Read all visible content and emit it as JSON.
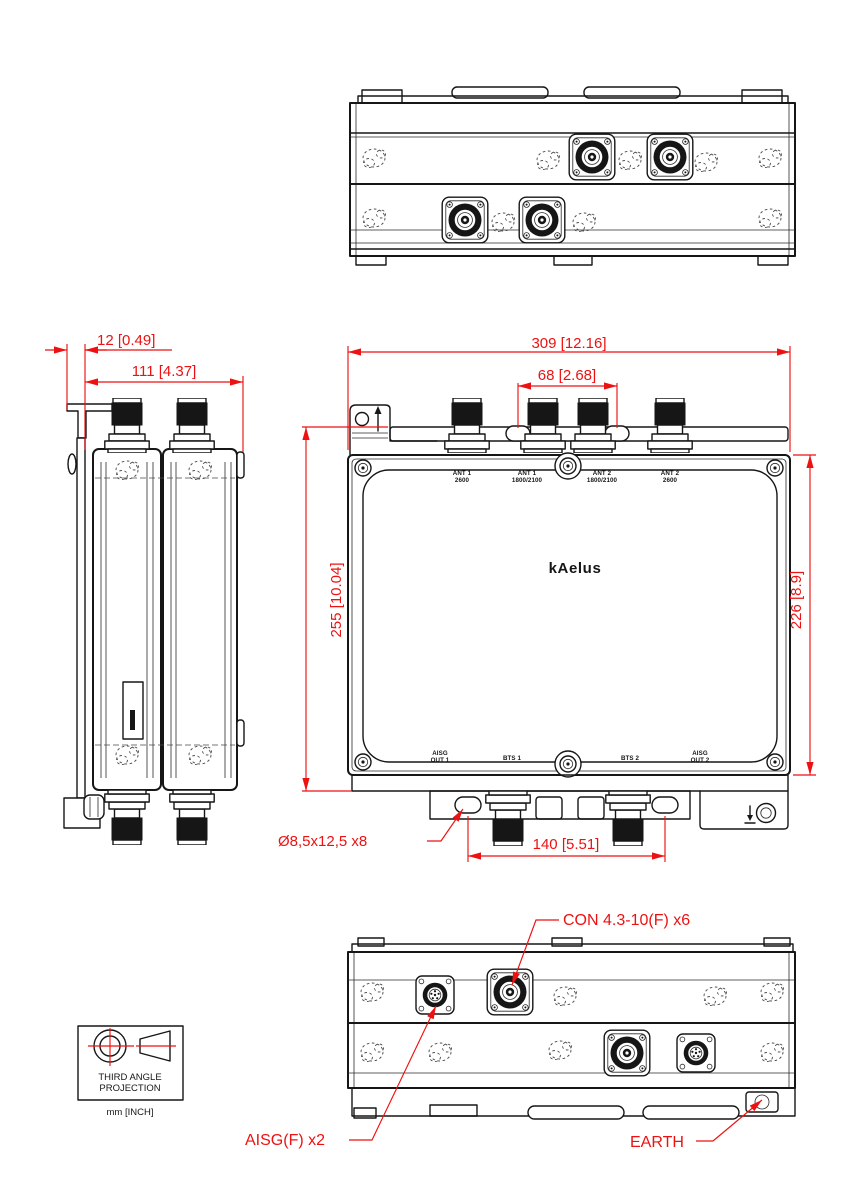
{
  "drawing": {
    "logo": "kAelus",
    "front_top_ports": [
      {
        "l1": "ANT 1",
        "l2": "2600"
      },
      {
        "l1": "ANT 1",
        "l2": "1800/2100"
      },
      {
        "l1": "ANT 2",
        "l2": "1800/2100"
      },
      {
        "l1": "ANT 2",
        "l2": "2600"
      }
    ],
    "front_bottom_ports": [
      {
        "l1": "AISG",
        "l2": "OUT 1"
      },
      {
        "l1": "BTS 1",
        "l2": ""
      },
      {
        "l1": "BTS 2",
        "l2": ""
      },
      {
        "l1": "AISG",
        "l2": "OUT 2"
      }
    ],
    "dims": {
      "bracket_offset": "12 [0.49]",
      "depth": "111 [4.37]",
      "width": "309 [12.16]",
      "slot_spacing": "68 [2.68]",
      "height_overall": "255 [10.04]",
      "height_body": "226 [8.9]",
      "mount_hole": "Ø8,5x12,5 x8",
      "bottom_hole_spacing": "140 [5.51]"
    },
    "callouts": {
      "rf": "CON 4.3-10(F) x6",
      "aisg": "AISG(F) x2",
      "earth": "EARTH"
    },
    "projection": {
      "l1": "THIRD ANGLE",
      "l2": "PROJECTION",
      "units": "mm [INCH]"
    },
    "colors": {
      "dimension": "#ee1111",
      "line": "#161616"
    }
  }
}
